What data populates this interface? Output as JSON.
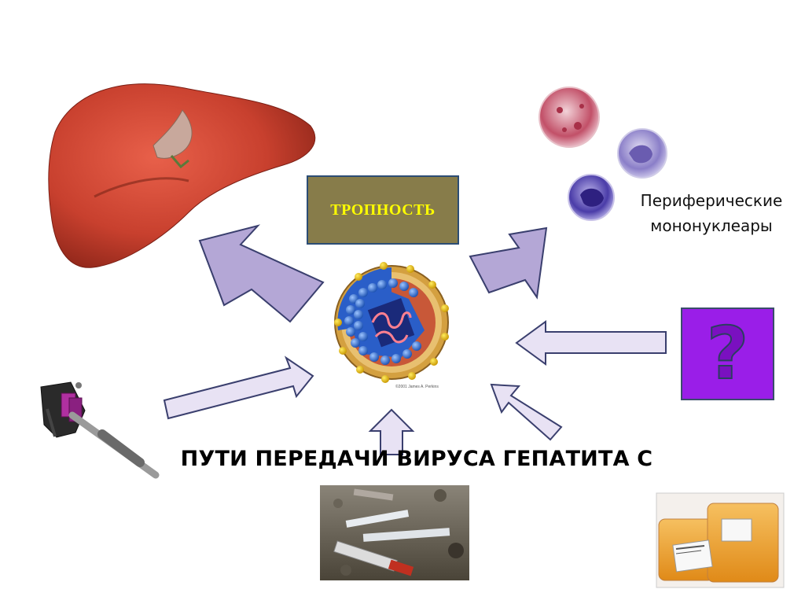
{
  "center": {
    "label": "ТРОПНОСТЬ"
  },
  "liver": {
    "name": "liver-image"
  },
  "pbmc": {
    "label_line1": "Периферические",
    "label_line2": "мононуклеары"
  },
  "virus": {
    "credit": "©2001 James A. Perkins"
  },
  "unknown": {
    "symbol": "?"
  },
  "routes": {
    "title": "ПУТИ ПЕРЕДАЧИ ВИРУСА ГЕПАТИТА С"
  },
  "colors": {
    "tropnost_fill": "#877c4a",
    "tropnost_text": "#ffff00",
    "big_arrow_fill": "#b4a7d6",
    "small_arrow_fill": "#e8e2f4",
    "arrow_stroke": "#3a3f6e",
    "question_fill": "#9a1ee8"
  },
  "icons": [
    "liver-icon",
    "blood-cells-icon",
    "virus-icon",
    "tattoo-machine-icon",
    "syringes-icon",
    "blood-bag-icon",
    "question-icon"
  ]
}
